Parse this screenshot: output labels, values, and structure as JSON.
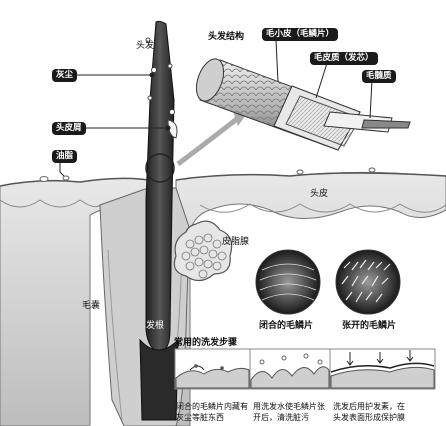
{
  "labels": {
    "hair": "头发",
    "dust": "灰尘",
    "dandruff": "头皮屑",
    "grease": "油脂",
    "scalp": "头皮",
    "sebaceous": "皮脂腺",
    "follicle": "毛囊",
    "root": "发根",
    "structure_title": "头发结构",
    "cuticle": "毛小皮（毛鳞片）",
    "cortex": "毛皮质（发芯）",
    "medulla": "毛髓质",
    "closed_scales": "闭合的毛鳞片",
    "open_scales": "张开的毛鳞片",
    "steps_title": "常用的洗发步骤"
  },
  "steps": [
    {
      "line1": "闭合的毛鳞片内藏有",
      "line2": "灰尘等脏东西"
    },
    {
      "line1": "用洗发水使毛鳞片张",
      "line2": "开后，清洗脏污"
    },
    {
      "line1": "洗发后用护发素，在",
      "line2": "头发表面形成保护膜"
    }
  ],
  "colors": {
    "hair_shaft": "#3a3a3a",
    "skin": "#d9d9d9",
    "label_bg": "#1a1a1a"
  }
}
